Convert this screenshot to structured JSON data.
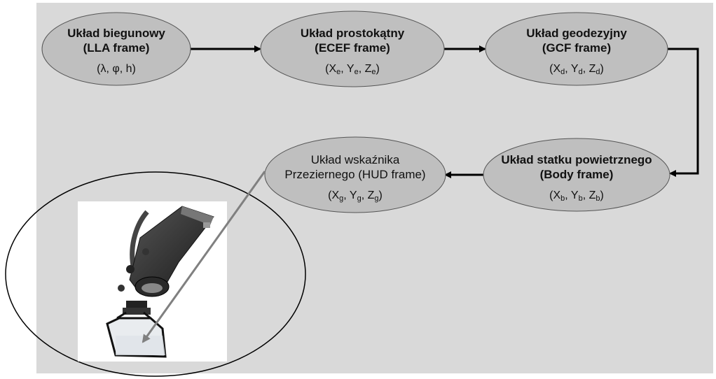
{
  "colors": {
    "background": "#d9d9d9",
    "node_fill": "#bfbfbf",
    "node_stroke": "#555555",
    "arrow": "#000000",
    "pointer_line": "#808080"
  },
  "nodes": {
    "lla": {
      "line1": "Układ biegunowy",
      "line2": "(LLA frame)",
      "coords": "(λ, φ, h)"
    },
    "ecef": {
      "line1": "Układ prostokątny",
      "line2": "(ECEF frame)",
      "coords": {
        "x": "X",
        "x_sub": "e",
        "y": "Y",
        "y_sub": "e",
        "z": "Z",
        "z_sub": "e"
      }
    },
    "gcf": {
      "line1": "Układ geodezyjny",
      "line2": "(GCF frame)",
      "coords": {
        "x": "X",
        "x_sub": "d",
        "y": "Y",
        "y_sub": "d",
        "z": "Z",
        "z_sub": "d"
      }
    },
    "body": {
      "line1": "Układ statku powietrznego",
      "line2": "(Body frame)",
      "coords": {
        "x": "X",
        "x_sub": "b",
        "y": "Y",
        "y_sub": "b",
        "z": "Z",
        "z_sub": "b"
      }
    },
    "hud": {
      "line1": "Układ wskaźnika",
      "line2": "Przeziernego (HUD frame)",
      "coords": {
        "x": "X",
        "x_sub": "g",
        "y": "Y",
        "y_sub": "g",
        "z": "Z",
        "z_sub": "g"
      }
    }
  }
}
